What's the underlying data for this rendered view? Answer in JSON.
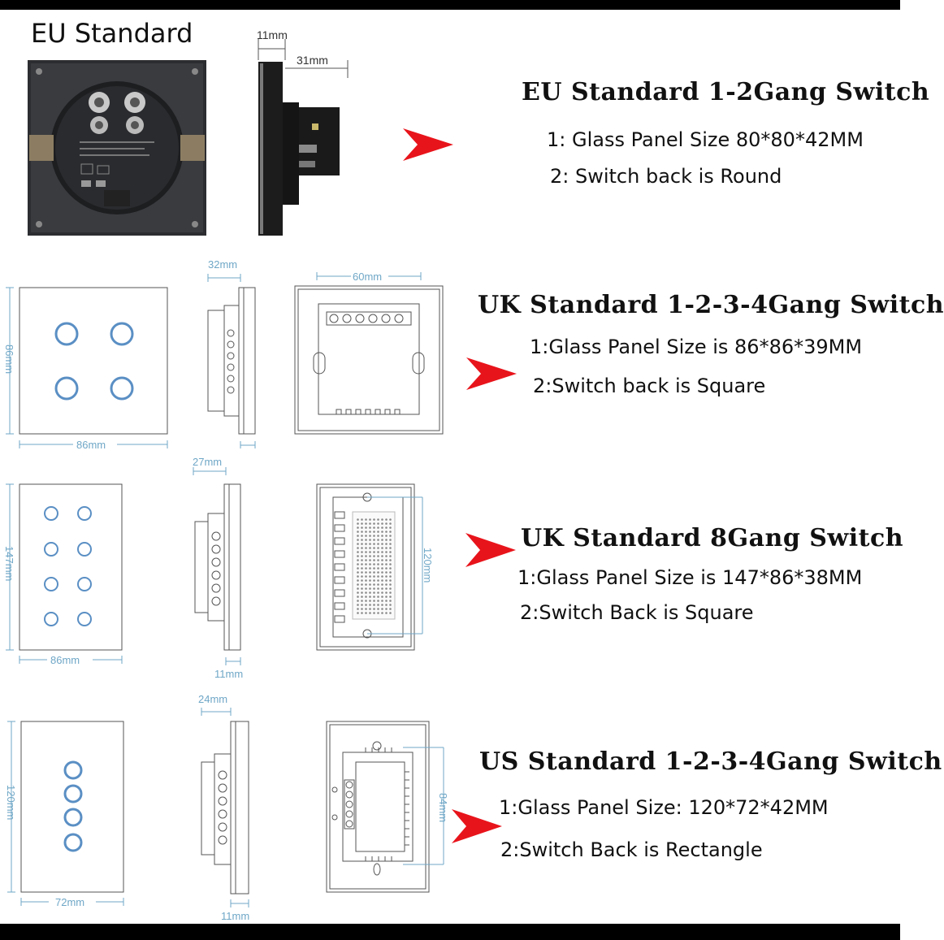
{
  "eu_label": "EU Standard",
  "sections": [
    {
      "heading": "EU Standard 1-2Gang Switch",
      "spec1": "1: Glass Panel Size 80*80*42MM",
      "spec2": "2: Switch back is Round",
      "dims": {
        "depth_top": "11mm",
        "depth_total": "31mm"
      }
    },
    {
      "heading": "UK Standard 1-2-3-4Gang Switch",
      "spec1": "1:Glass Panel Size is 86*86*39MM",
      "spec2": "2:Switch back is Square",
      "dims": {
        "height": "86mm",
        "width": "86mm",
        "depth": "32mm",
        "back": "60mm"
      }
    },
    {
      "heading": "UK Standard 8Gang Switch",
      "spec1": "1:Glass Panel Size is 147*86*38MM",
      "spec2": "2:Switch Back is Square",
      "dims": {
        "height": "147mm",
        "width": "86mm",
        "depth": "27mm",
        "panel": "11mm",
        "back": "120mm"
      }
    },
    {
      "heading": "US Standard 1-2-3-4Gang Switch",
      "spec1": "1:Glass Panel Size: 120*72*42MM",
      "spec2": "2:Switch Back is Rectangle",
      "dims": {
        "height": "120mm",
        "width": "72mm",
        "depth": "24mm",
        "panel": "11mm",
        "back": "84mm"
      }
    }
  ],
  "colors": {
    "arrow": "#e8141b",
    "dimension": "#6fa7c7",
    "outline": "#555555"
  }
}
